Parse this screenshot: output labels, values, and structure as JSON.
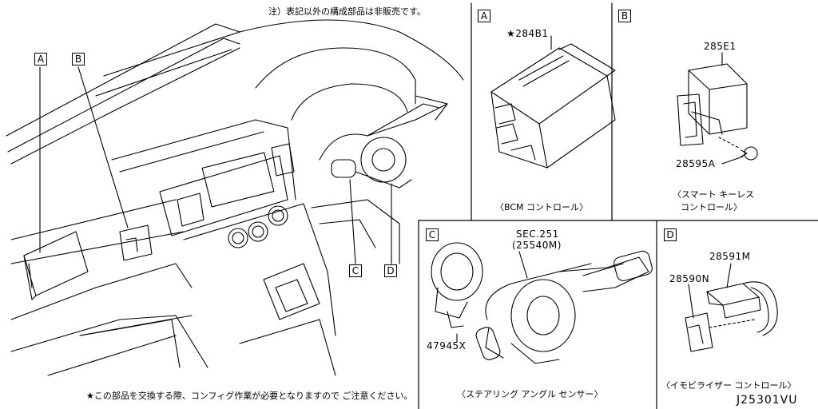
{
  "notes": {
    "top": "注）表記以外の構成部品は非販売です。",
    "bottom": "★この部品を交換する際、コンフィグ作業が必要となりますので ご注意ください。"
  },
  "callouts": {
    "overview_a": "A",
    "overview_b": "B",
    "overview_c": "C",
    "overview_d": "D"
  },
  "panels": {
    "a": {
      "letter": "A",
      "part": "★284B1",
      "caption": "〈BCM コントロール〉"
    },
    "b": {
      "letter": "B",
      "part_main": "285E1",
      "part_screw": "28595A",
      "caption_line1": "〈スマート キーレス",
      "caption_line2": "コントロール〉"
    },
    "c": {
      "letter": "C",
      "sec_line1": "SEC.251",
      "sec_line2": "(25540M)",
      "part_ring": "47945X",
      "caption": "〈ステアリング アングル センサー〉"
    },
    "d": {
      "letter": "D",
      "part_1": "28591M",
      "part_2": "28590N",
      "caption": "〈イモビライザー コントロール〉"
    }
  },
  "drawing_id": "J25301VU"
}
